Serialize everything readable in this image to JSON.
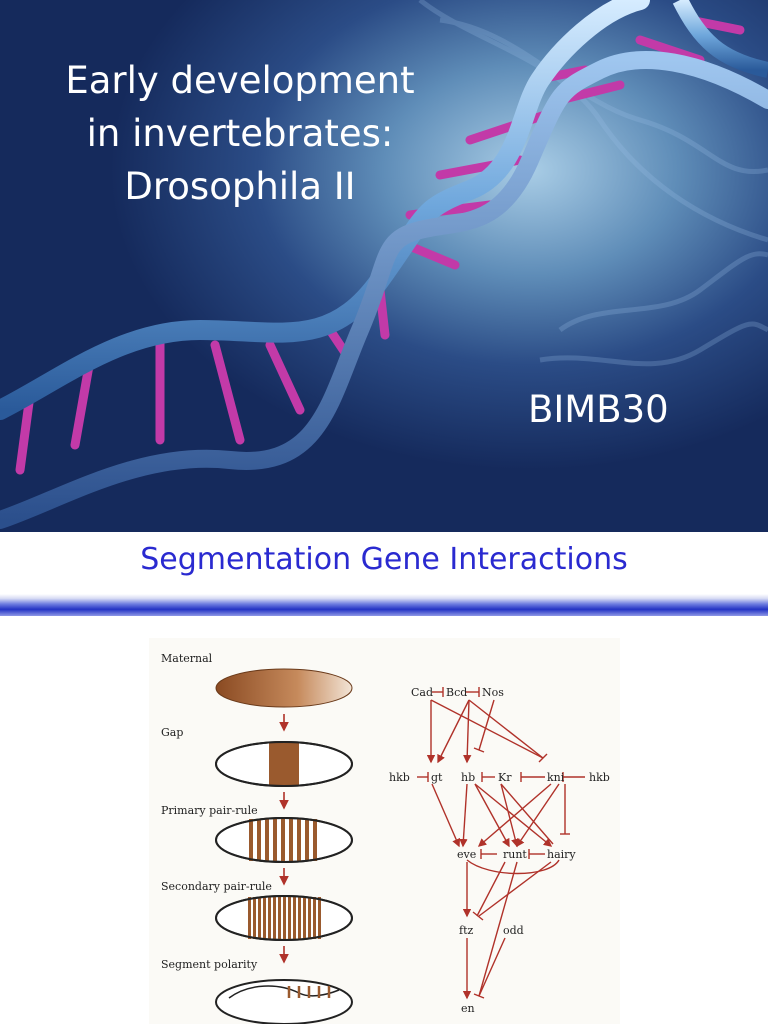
{
  "slide1": {
    "title_lines": [
      "Early development",
      "in invertebrates:",
      "Drosophila II"
    ],
    "course_code": "BIMB30"
  },
  "slide2": {
    "title": "Segmentation Gene Interactions",
    "stages": [
      "Maternal",
      "Gap",
      "Primary pair-rule",
      "Secondary pair-rule",
      "Segment polarity"
    ],
    "genes": {
      "cad": "Cad",
      "bcd": "Bcd",
      "nos": "Nos",
      "hkb_left": "hkb",
      "gt": "gt",
      "hb": "hb",
      "kr": "Kr",
      "kni": "kni",
      "hkb_right": "hkb",
      "eve": "eve",
      "runt": "runt",
      "hairy": "hairy",
      "ftz": "ftz",
      "odd": "odd",
      "en": "en"
    },
    "colors": {
      "title": "#2a2ad0",
      "arrow": "#b0322a",
      "embryo_fill": "#9a5a2e"
    }
  }
}
